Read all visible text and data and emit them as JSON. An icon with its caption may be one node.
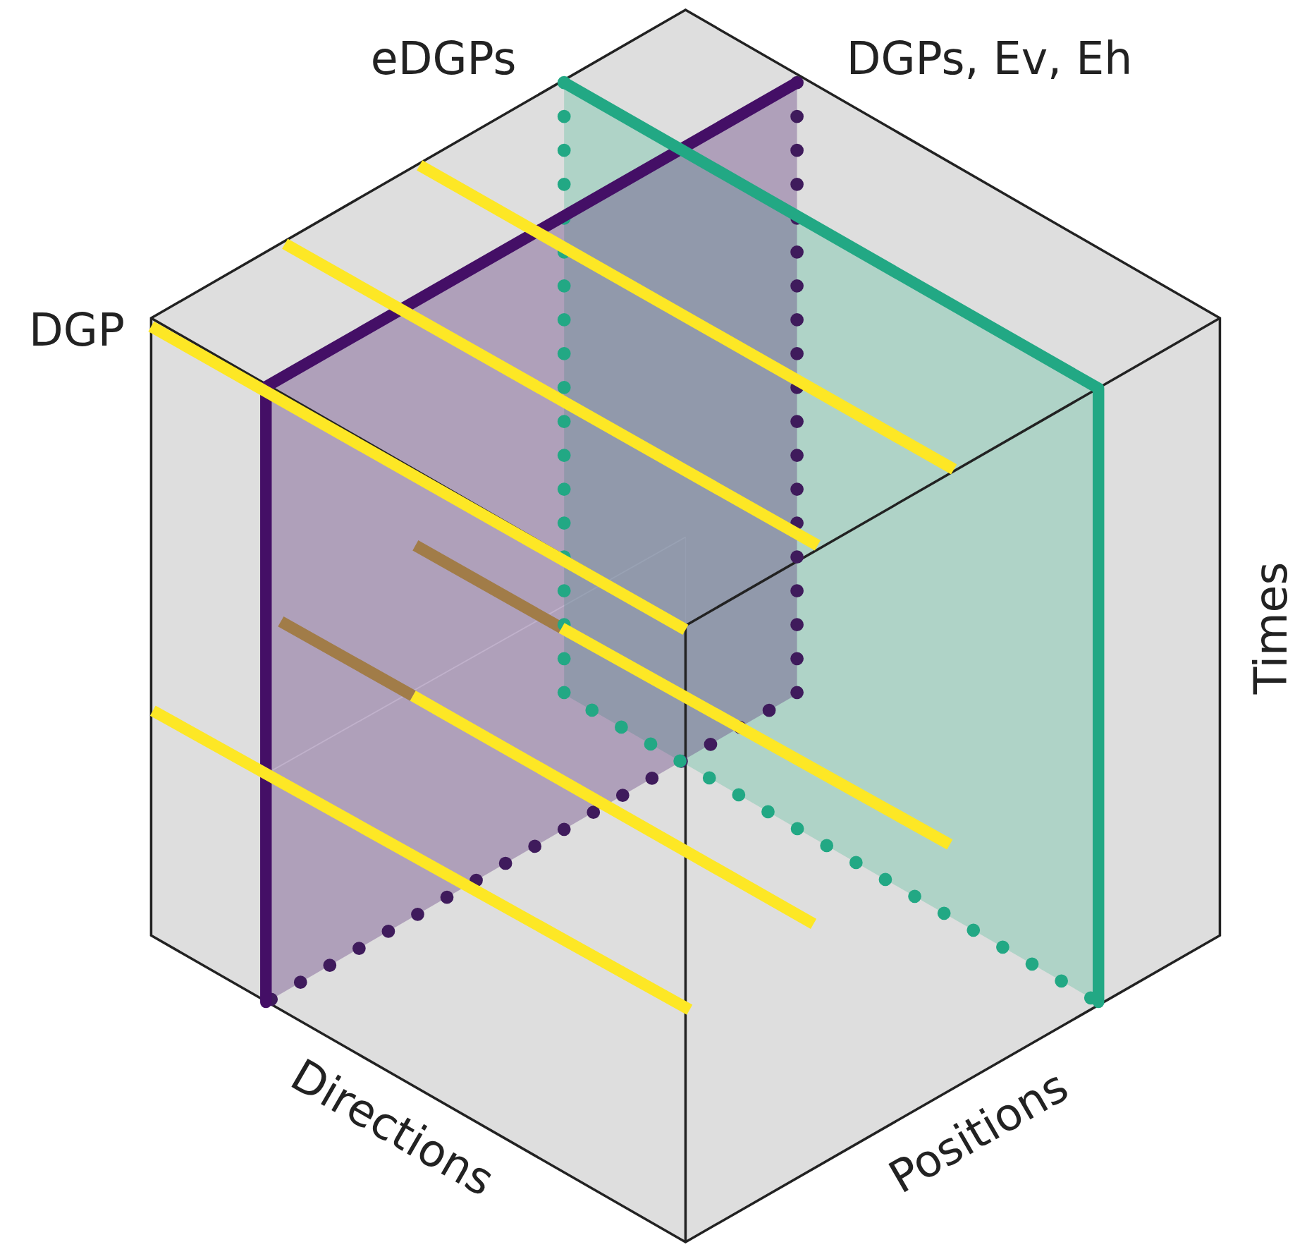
{
  "diagram": {
    "labels": [
      "eDGPs",
      "DGPs, Ev, Eh",
      "DGP",
      "Times",
      "Directions",
      "Positions"
    ]
  }
}
